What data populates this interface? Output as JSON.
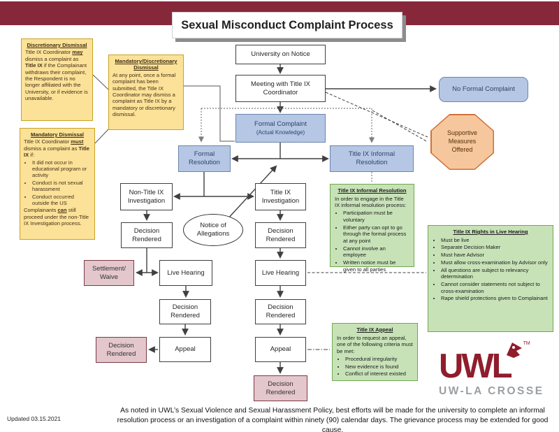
{
  "header": {
    "title": "Sexual Misconduct Complaint Process"
  },
  "colors": {
    "maroon": "#87283A",
    "logo_maroon": "#8F1D2C",
    "blue_fill": "#B5C7E4",
    "yellow_fill": "#FBE298",
    "green_fill": "#C8E2B8",
    "pink_fill": "#E3C7CC",
    "orange_fill": "#F6C79C",
    "orange_border": "#D2703A"
  },
  "callouts": {
    "discretionary": {
      "title": "Discretionary Dismissal",
      "t1": "Title IX Coordinator ",
      "t2": "may",
      "t3": " dismiss a complaint as ",
      "t4": "Title IX",
      "t5": " if the Complainant withdraws their complaint, the Respondent is no longer affiliated with the University, or if evidence is unavailable."
    },
    "mandatory": {
      "title": "Mandatory Dismissal",
      "t1": "Title IX Coordinator ",
      "t2": "must",
      "t3": " dismiss a complaint as ",
      "t4": "Title IX",
      "t5": " if:",
      "bullets": [
        "It did not occur in educational program or activity",
        "Conduct is not sexual harassment",
        "Conduct occurred outside the US"
      ],
      "f1": "Complainants ",
      "f2": "can",
      "f3": " still proceed under the non-Title IX Investigation process."
    },
    "mand_disc": {
      "title": "Mandatory/Discretionary Dismissal",
      "body": "At any point, once a formal complaint has been submitted, the Title IX Coordinator may dismiss a complaint as Title IX by a mandatory or discretionary dismissal."
    }
  },
  "flow": {
    "university_on_notice": "University on Notice",
    "meeting": "Meeting with Title IX Coordinator",
    "formal_complaint": "Formal Complaint",
    "formal_complaint_sub": "(Actual Knowledge)",
    "no_formal_complaint": "No Formal Complaint",
    "supportive_measures": "Supportive Measures Offered",
    "formal_resolution": "Formal Resolution",
    "informal_resolution": "Title IX Informal Resolution",
    "non_title_ix_investigation": "Non-Title IX Investigation",
    "title_ix_investigation": "Title IX Investigation",
    "notice_of_allegations": "Notice of Allegations",
    "decision_rendered": "Decision Rendered",
    "settlement_waive_1": "Settlement/",
    "settlement_waive_2": "Waive",
    "live_hearing": "Live Hearing",
    "appeal": "Appeal"
  },
  "green": {
    "informal": {
      "title": "Title IX Informal Resolution",
      "intro": "In order to engage in the Title IX informal resolution process:",
      "bullets": [
        "Participation must be voluntary",
        "Either party can opt to go through the formal process at any point",
        "Cannot involve an employee",
        "Written notice must be given to all parties"
      ]
    },
    "rights": {
      "title": "Title IX Rights in Live Hearing",
      "bullets": [
        "Must be live",
        "Separate Decision Maker",
        "Must have Advisor",
        "Must allow cross-examination by Advisor only",
        "All questions are subject to relevancy determination",
        "Cannot consider statements not subject to cross-examination",
        "Rape shield protections given to Complainant"
      ]
    },
    "appeal": {
      "title": "Title IX Appeal",
      "intro": "In order to request an appeal, one of the following criteria must be met:",
      "bullets": [
        "Procedural irregularity",
        "New evidence is found",
        "Conflict of interest existed"
      ]
    }
  },
  "logo": {
    "acronym": "UWL",
    "tm": "TM",
    "wordmark": "UW-LA CROSSE"
  },
  "footer": {
    "updated": "Updated 03.15.2021",
    "note": "As noted in UWL’s Sexual Violence and Sexual Harassment Policy, best efforts will be made for the university to complete an informal resolution process or an investigation of a complaint within ninety (90) calendar days.  The grievance process may be extended for good cause."
  }
}
